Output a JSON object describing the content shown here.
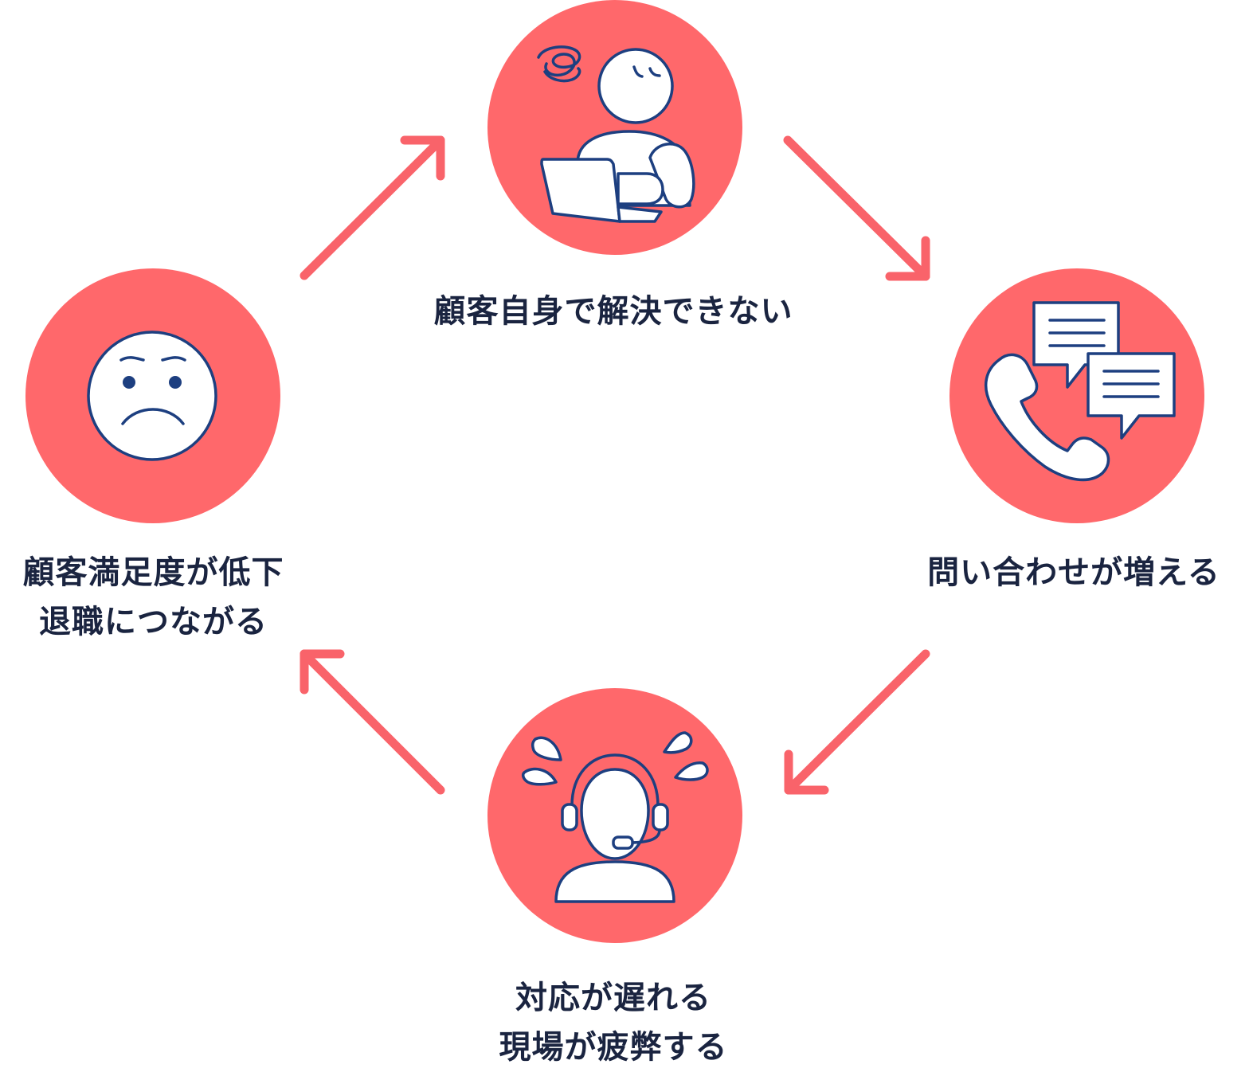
{
  "colors": {
    "circle": "#ff686b",
    "arrow": "#f9636a",
    "outline": "#1d3f80",
    "icon_fill": "#ffffff",
    "text": "#1a2440"
  },
  "nodes": [
    {
      "id": "self-solve",
      "icon": "confused-person-laptop-icon",
      "lines": [
        "顧客自身で解決できない"
      ]
    },
    {
      "id": "inquiries",
      "icon": "phone-chat-icon",
      "lines": [
        "問い合わせが増える"
      ]
    },
    {
      "id": "delay",
      "icon": "sweating-operator-headset-icon",
      "lines": [
        "対応が遅れる",
        "現場が疲弊する"
      ]
    },
    {
      "id": "satisfaction",
      "icon": "frowning-face-icon",
      "lines": [
        "顧客満足度が低下",
        "退職につながる"
      ]
    }
  ],
  "arrows": [
    {
      "from": "satisfaction",
      "to": "self-solve"
    },
    {
      "from": "self-solve",
      "to": "inquiries"
    },
    {
      "from": "inquiries",
      "to": "delay"
    },
    {
      "from": "delay",
      "to": "satisfaction"
    }
  ]
}
